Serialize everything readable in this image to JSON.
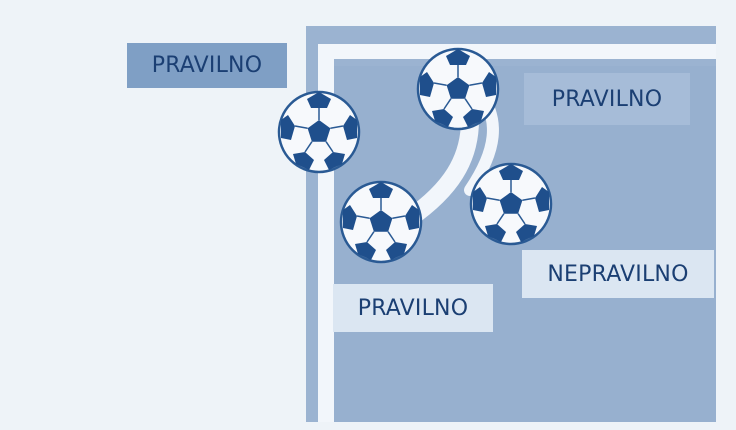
{
  "labels": {
    "top_left": "PRAVILNO",
    "top_right": "PRAVILNO",
    "right": "NEPRAVILNO",
    "bottom": "PRAVILNO"
  },
  "colors": {
    "page_background": "#eef3f8",
    "court": "#9bb3d1",
    "court_line": "#f2f6fb",
    "label_fill_a": "#7f9fc5",
    "label_fill_b": "#a6bcd8",
    "label_fill_c": "#dbe6f2",
    "label_text": "#1b3f73",
    "ball_patch": "#1f4f8c"
  },
  "icons": {
    "ball": "soccer-ball-icon"
  }
}
